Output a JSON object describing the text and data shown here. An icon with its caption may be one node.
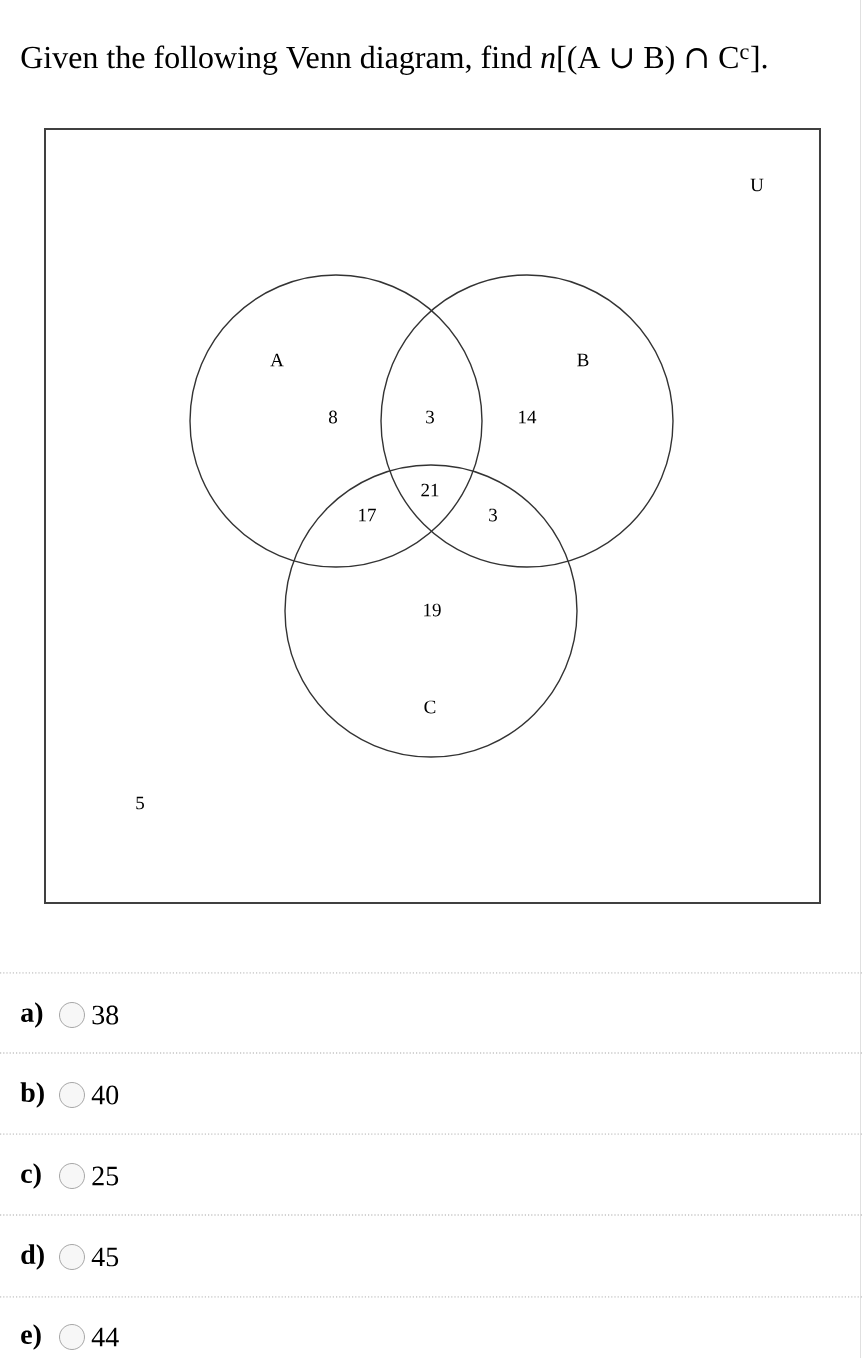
{
  "diagram": {
    "title": "Given the following Venn diagram, find *n*[(A ∪ B) ∩ C$^{c}$].",
    "nodes": [
      {
        "text": [
          "U"
        ]
      },
      {
        "text": [
          "A"
        ],
        "in": 0
      },
      {
        "text": [
          "B"
        ],
        "in": 0
      },
      {
        "text": [
          "C"
        ],
        "in": 0
      }
    ],
    "labels": [
      "8",
      "3",
      "14",
      "21",
      "17",
      "3",
      "19",
      "5",
      "a)",
      "38",
      "b)",
      "40",
      "c)",
      "25",
      "d)",
      "45",
      "e)",
      "44"
    ]
  }
}
